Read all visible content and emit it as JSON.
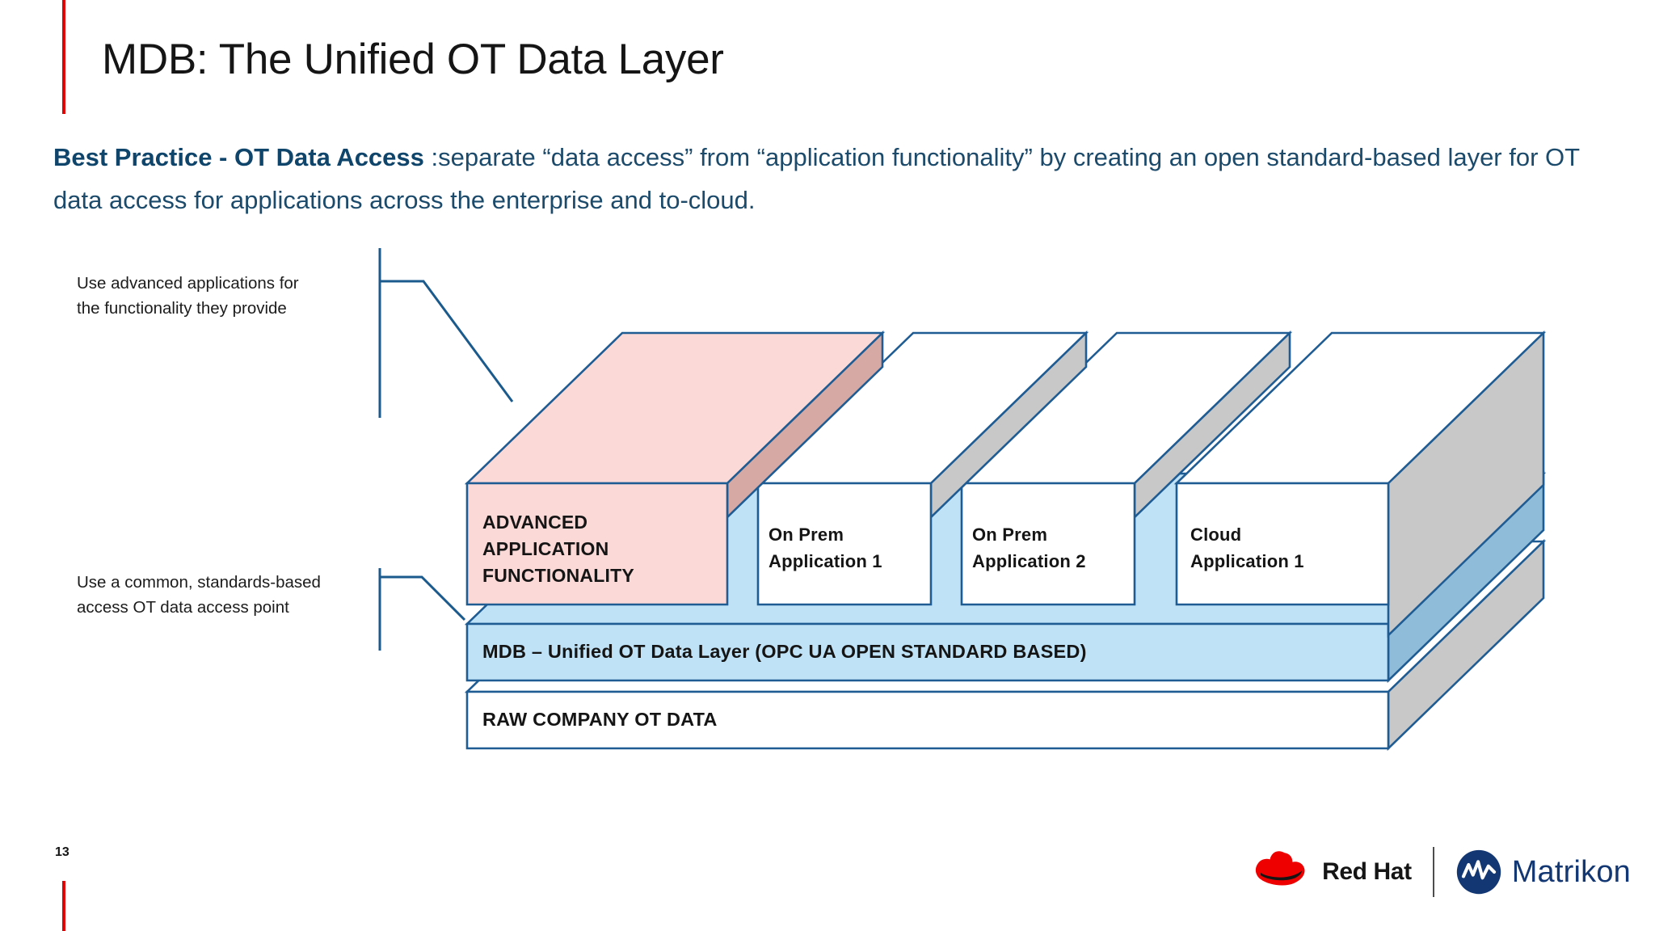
{
  "slide": {
    "title": "MDB: The Unified OT Data Layer",
    "page_number": "13",
    "accent_color": "#e00000"
  },
  "subtitle": {
    "lead": "Best Practice - OT Data Access",
    "rest": " :separate “data access” from “application functionality” by creating an open standard-based layer for OT data access for applications across the enterprise and to-cloud.",
    "color": "#1b4a6b"
  },
  "callouts": [
    {
      "id": "apps",
      "text": "Use advanced applications for the functionality they provide"
    },
    {
      "id": "data",
      "text": "Use a common, standards-based  access OT data access point"
    }
  ],
  "diagram": {
    "type": "isometric-layer-stack",
    "top_blocks": [
      {
        "label_line1": "ADVANCED",
        "label_line2": "APPLICATION",
        "label_line3": "FUNCTIONALITY",
        "fill": "#fbd9d7",
        "side_fill": "#d6a9a4"
      },
      {
        "label_line1": "On Prem",
        "label_line2": "Application 1",
        "fill": "#ffffff",
        "side_fill": "#c8c8c8"
      },
      {
        "label_line1": "On Prem",
        "label_line2": "Application 2",
        "fill": "#ffffff",
        "side_fill": "#c8c8c8"
      },
      {
        "label_line1": "Cloud",
        "label_line2": "Application 1",
        "fill": "#ffffff",
        "side_fill": "#c8c8c8"
      }
    ],
    "layers": [
      {
        "label": "MDB – Unified OT Data Layer (OPC UA OPEN STANDARD BASED)",
        "fill": "#bfe2f7",
        "side_fill": "#8fbcd9"
      },
      {
        "label": "RAW COMPANY OT DATA",
        "fill": "#ffffff",
        "side_fill": "#c8c8c8"
      }
    ],
    "stroke_color": "#1f5c93",
    "connector_color": "#1b5a8c"
  },
  "footer": {
    "redhat_label": "Red Hat",
    "matrikon_label": "Matrikon"
  }
}
